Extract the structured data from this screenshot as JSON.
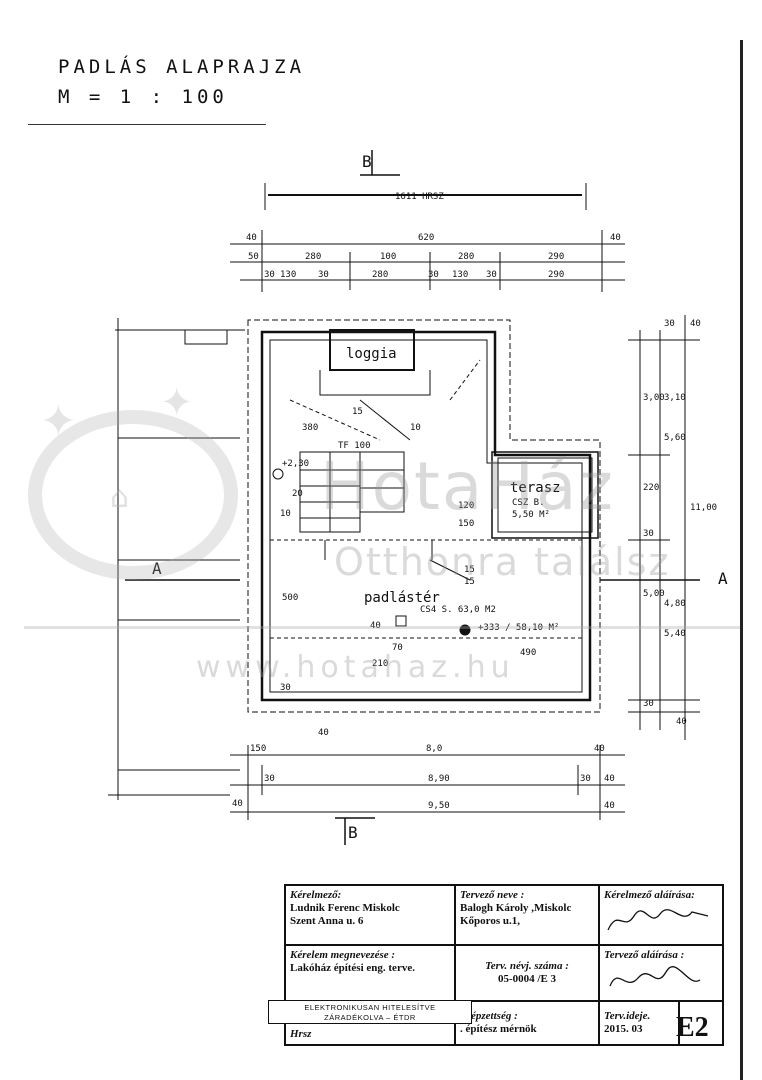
{
  "sheet": {
    "title_line1": "PADLÁS ALAPRAJZA",
    "title_line2": "M = 1 : 100"
  },
  "plan": {
    "section_b": "B",
    "section_a": "A",
    "plot_label": "1611 HRSZ",
    "rooms": {
      "loggia": "loggia",
      "terasz": "terasz",
      "terasz_area": "5,50 M²",
      "terasz_code": "CSZ B.",
      "padlaster": "padlástér",
      "padlaster_area": "CS4 S. 63,0 M2",
      "padlaster_area2": "+333 / 58,10 M²"
    },
    "top_dims_row1": [
      "40",
      "620",
      "40"
    ],
    "top_dims_row2": [
      "50",
      "280",
      "100",
      "280",
      "290"
    ],
    "top_dims_row3": [
      "30",
      "130",
      "30",
      "280",
      "30",
      "130",
      "30",
      "290"
    ],
    "bottom_dims_row1": [
      "150",
      "8,0",
      "40"
    ],
    "bottom_dims_row2": [
      "30",
      "8,90",
      "30",
      "40"
    ],
    "bottom_dims_row3": [
      "40",
      "9,50",
      "40"
    ],
    "right_dims": [
      "30",
      "40",
      "3,00",
      "3,10",
      "5,60",
      "11,00",
      "220",
      "30",
      "5,00",
      "4,80",
      "5,40",
      "30",
      "40"
    ],
    "inner_dims": [
      "15",
      "10",
      "380",
      "TF 100",
      "+2,30",
      "10",
      "20",
      "120",
      "150",
      "500",
      "70",
      "490",
      "40",
      "210",
      "30",
      "40",
      "15",
      "15"
    ]
  },
  "watermark": {
    "brand": "HotaHáz",
    "slogan": "Otthonra találsz",
    "url": "www.hotahaz.hu"
  },
  "title_block": {
    "kerelmezo_label": "Kérelmező:",
    "kerelmezo_value1": "Ludnik Ferenc Miskolc",
    "kerelmezo_value2": "Szent Anna u. 6",
    "tervezo_label": "Tervező neve :",
    "tervezo_value1": "Balogh Károly ,Miskolc",
    "tervezo_value2": "Kőporos u.1,",
    "kerelmezo_alairas_label": "Kérelmező aláírása:",
    "kerelem_label": "Kérelem megnevezése :",
    "kerelem_value": "Lakóház építési eng. terve.",
    "nevj_label": "Terv. névj. száma :",
    "nevj_value": "05-0004 /E 3",
    "tervezo_alairas_label": "Tervező aláírása :",
    "szakkepzettseg_label": "kképzettség :",
    "szakkepzettseg_value": ". építész mérnök",
    "ideje_label": "Terv.ideje.",
    "ideje_value": "2015. 03",
    "hrsz_label": "Hrsz",
    "stamp_line1": "ELEKTRONIKUSAN HITELESÍTVE",
    "stamp_line2": "ZÁRADÉKOLVA – ÉTDR",
    "sheet_no": "E2"
  }
}
